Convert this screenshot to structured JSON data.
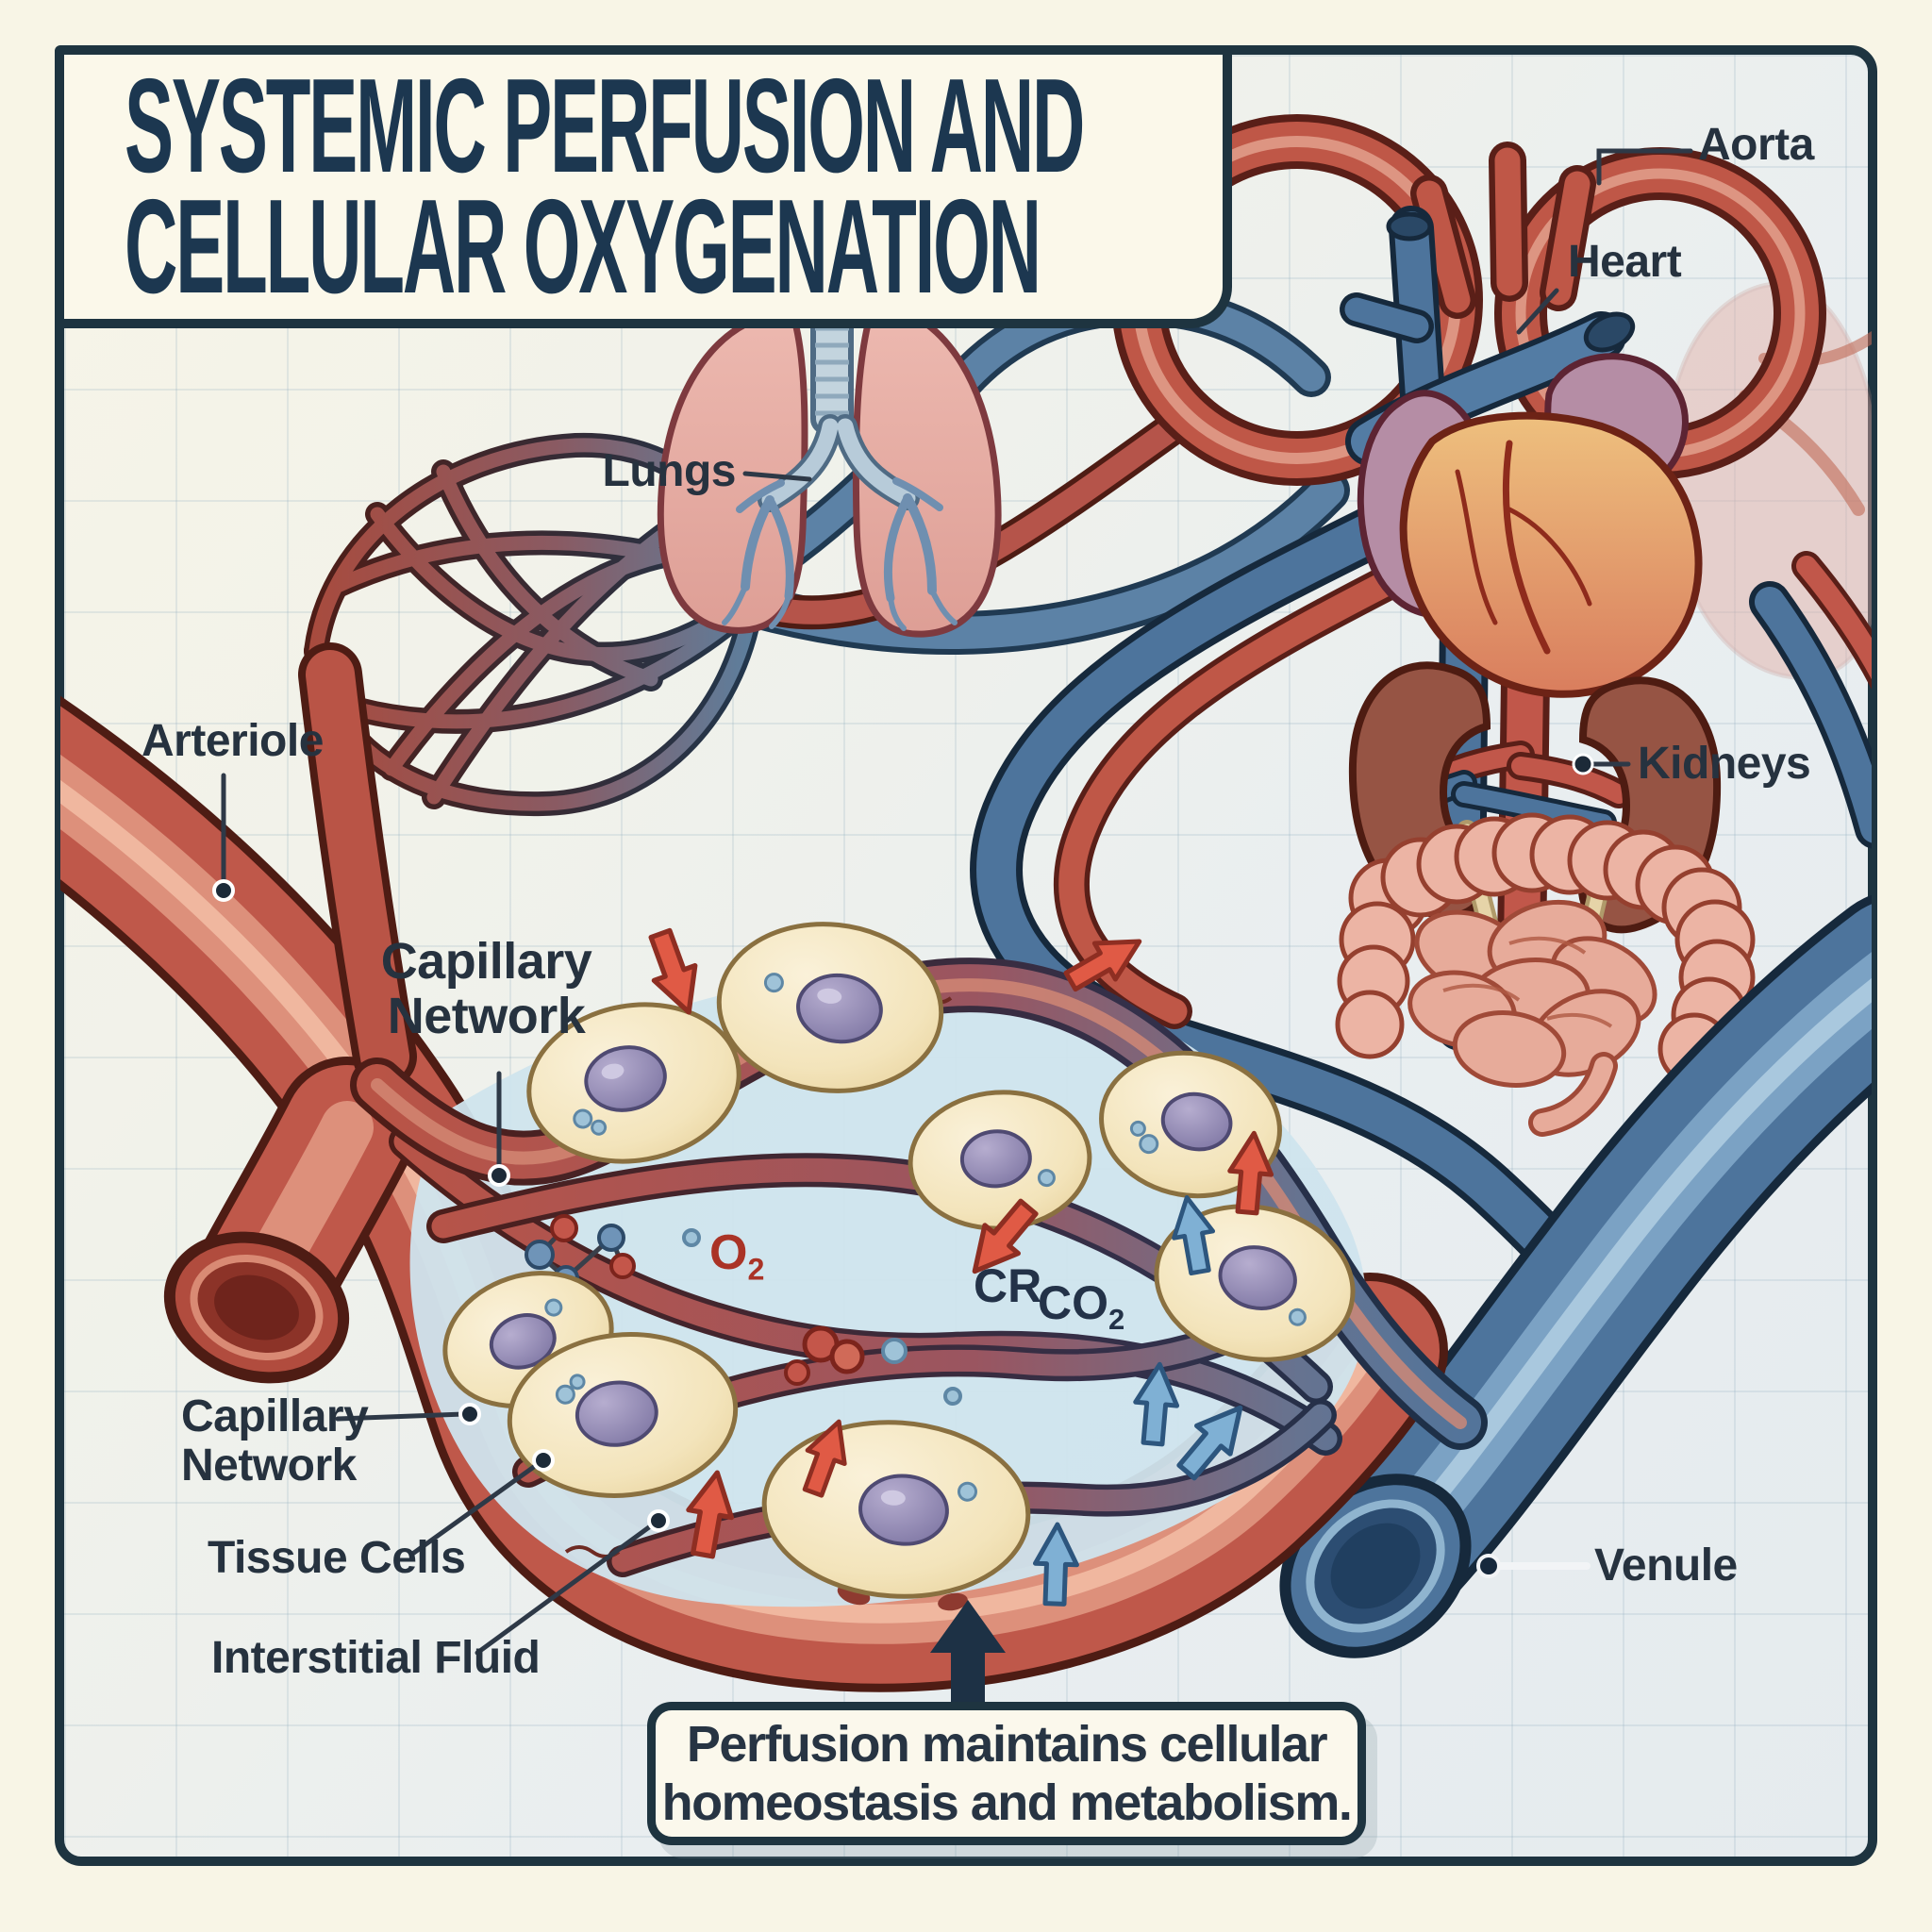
{
  "title": {
    "line1": "SYSTEMIC PERFUSION AND",
    "line2": "CELLULAR OXYGENATION"
  },
  "labels": {
    "aorta": "Aorta",
    "heart": "Heart",
    "lungs": "Lungs",
    "kidneys": "Kidneys",
    "arteriole": "Arteriole",
    "capillary_network_upper": {
      "line1": "Capillary",
      "line2": "Network"
    },
    "capillary_network_lower": {
      "line1": "Capillary",
      "line2": "Network"
    },
    "tissue_cells": "Tissue Cells",
    "interstitial_fluid": "Interstitial Fluid",
    "venule": "Venule"
  },
  "molecules": {
    "o2": {
      "base": "O",
      "sub": "2"
    },
    "co2": {
      "prefix": "CR",
      "base": "CO",
      "sub": "2"
    }
  },
  "caption": {
    "line1": "Perfusion maintains cellular",
    "line2": "homeostasis and metabolism."
  },
  "colors": {
    "background_margin": "#f8f5e6",
    "panel_background": "#eef1ee",
    "border_navy": "#1e3440",
    "title_navy": "#1c3750",
    "label_dark": "#26323f",
    "artery_red": "#bf584a",
    "artery_outline": "#4e1c14",
    "vein_blue": "#4d749c",
    "vein_outline": "#16293c",
    "capillary_purple": "#7a5a70",
    "tissue_cell_cream": "#f3e4bb",
    "cell_nucleus_purple": "#8d85ae",
    "interstitial_fluid_blue": "#cfe4ed",
    "kidney_brown": "#965444",
    "intestine_pink": "#ecb4a4",
    "lung_pink": "#e9b2aa",
    "bronchi_blue": "#b7cbd9",
    "o2_red": "#aa3326",
    "co2_navy": "#233248"
  }
}
